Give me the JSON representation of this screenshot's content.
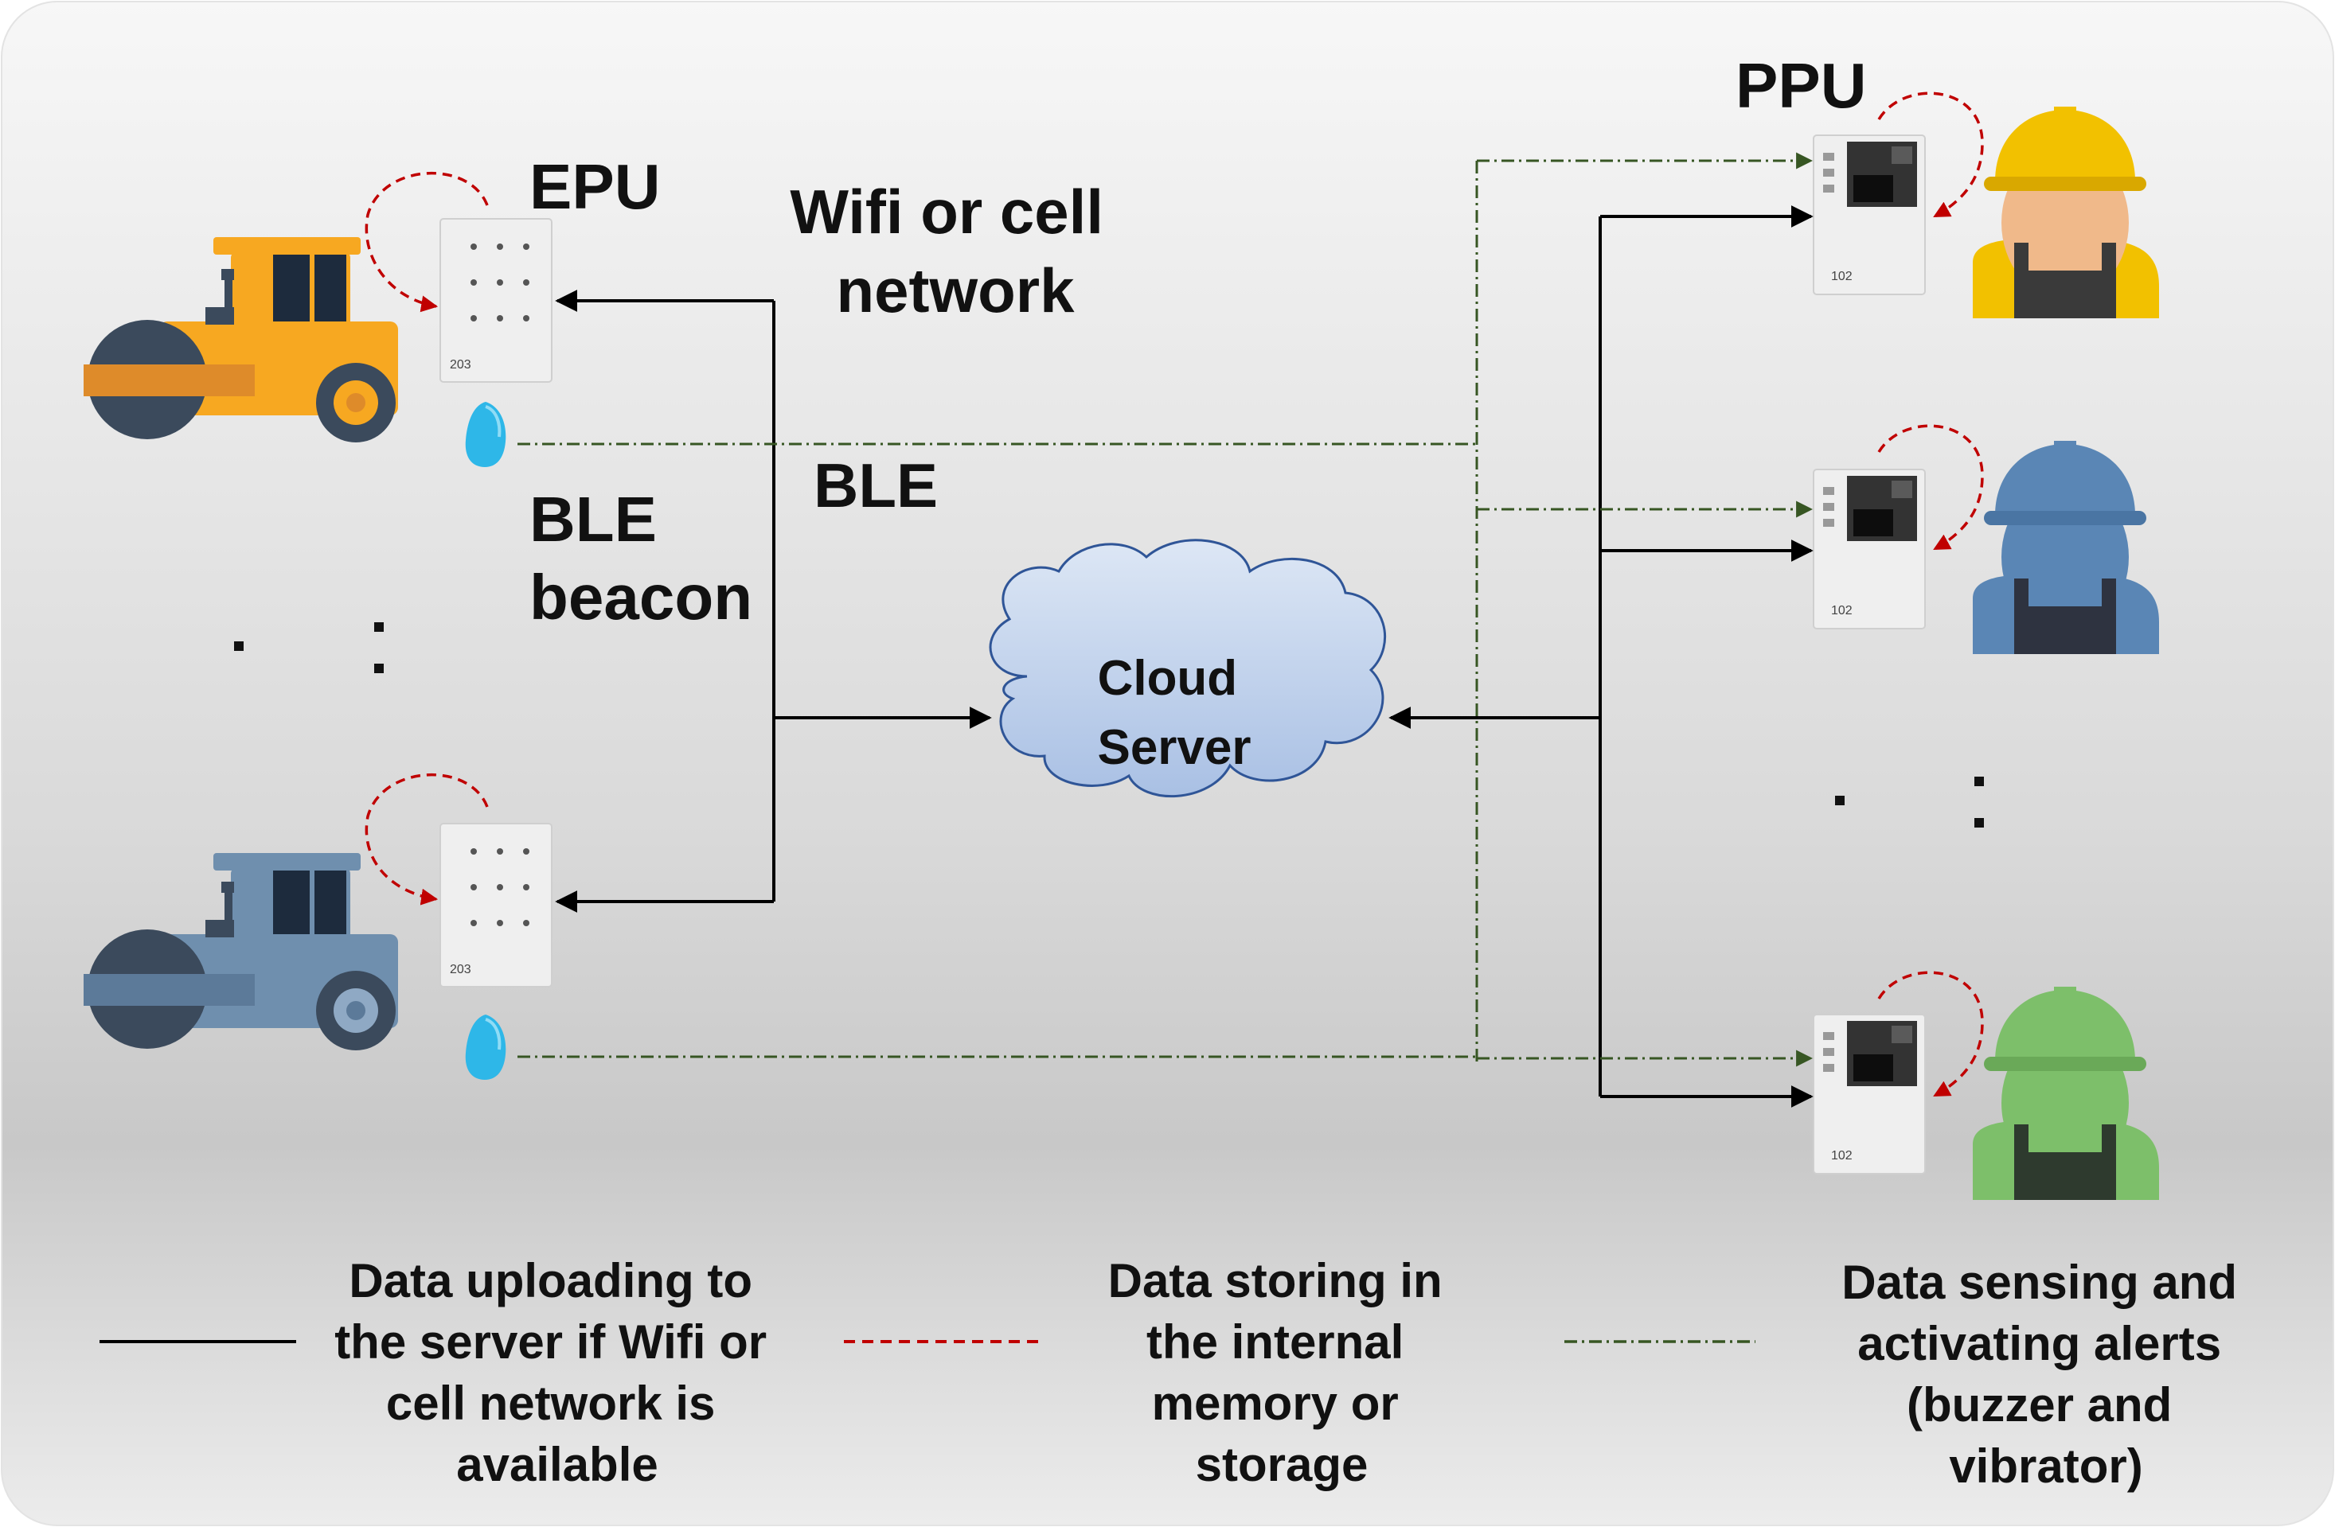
{
  "labels": {
    "epu": "EPU",
    "ppu": "PPU",
    "network": [
      "Wifi or cell",
      "network"
    ],
    "ble": "BLE",
    "ble_beacon": [
      "BLE",
      "beacon"
    ],
    "cloud": [
      "Cloud",
      "Server"
    ],
    "epu_device_number": "203",
    "ppu_device_number": "102"
  },
  "legend": {
    "upload": [
      "Data uploading to",
      "the server if Wifi or",
      "cell network is",
      "available"
    ],
    "storing": [
      "Data storing in",
      "the internal",
      "memory or",
      "storage"
    ],
    "sensing": [
      "Data sensing and",
      "activating alerts",
      "(buzzer and",
      "vibrator)"
    ]
  },
  "colors": {
    "upload_line": "#000000",
    "storing_line": "#c00000",
    "sensing_line": "#375623",
    "roller_top": "#f7a821",
    "roller_bottom": "#6f8fae",
    "worker_yellow": "#f2c100",
    "worker_blue": "#5a86b5",
    "worker_green": "#7dbf6a",
    "beacon": "#2eb7e8",
    "cloud_fill": "#b7cbea",
    "cloud_stroke": "#2f5597"
  }
}
